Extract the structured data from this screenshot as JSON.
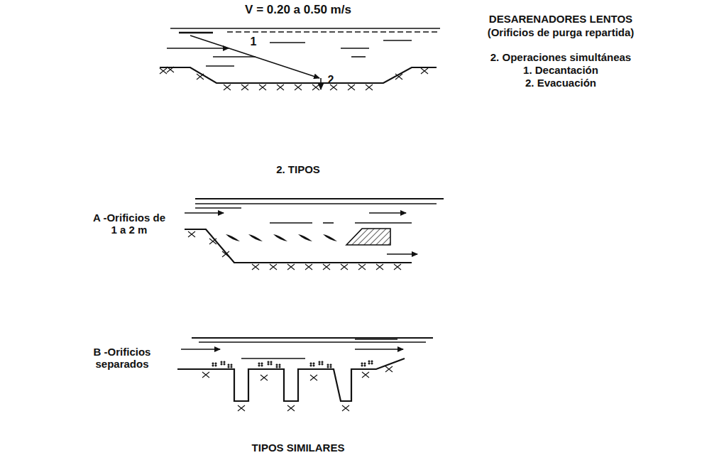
{
  "diagram": {
    "title": "DESARENADORES LENTOS",
    "labels": [
      "V = 0.20 a 0.50 m/s",
      "1",
      "2",
      "(Orificios de purga repartida)",
      "2. Operaciones simultáneas",
      "1. Decantación",
      "2. Evacuación",
      "2. TIPOS",
      "A -Orificios de 1 a 2 m",
      "B -Orificios separados",
      "TIPOS SIMILARES"
    ]
  }
}
